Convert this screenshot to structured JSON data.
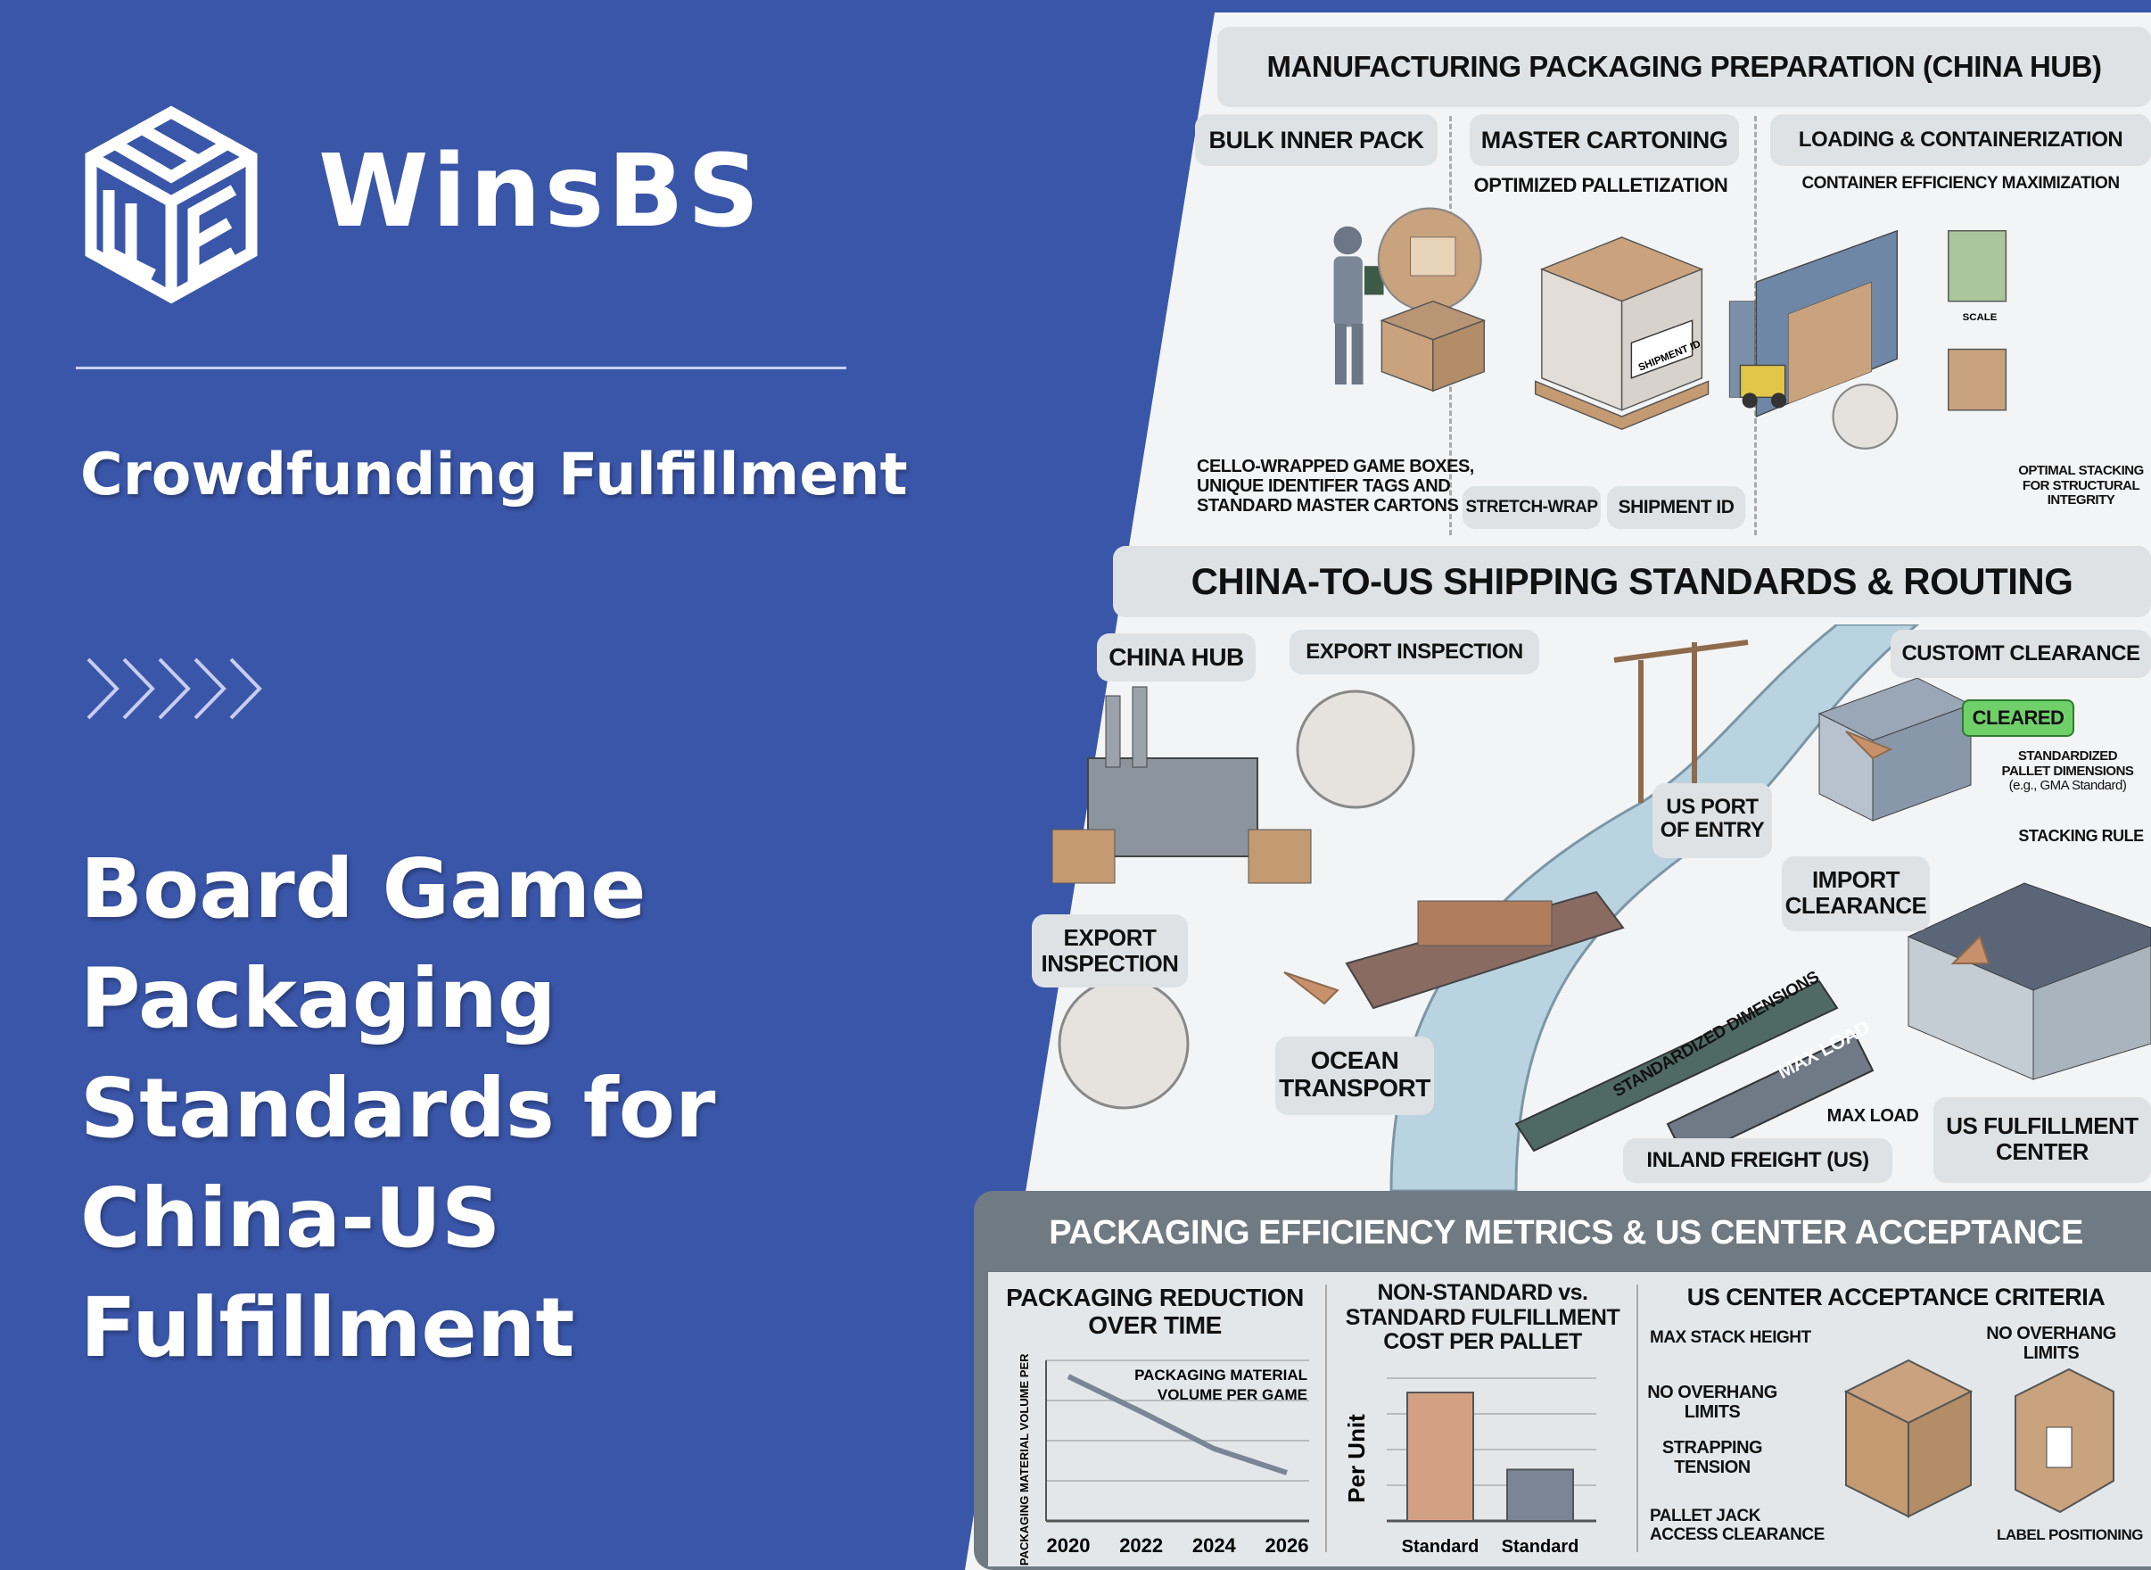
{
  "brand": {
    "name": "WinsBS",
    "logo_icon": "isometric-cube-logo"
  },
  "left": {
    "subtitle": "Crowdfunding Fulfillment",
    "chevrons_icon": "chevrons-right-icon",
    "title_lines": [
      "Board Game",
      "Packaging",
      "Standards for",
      "China-US",
      "Fulfillment"
    ]
  },
  "colors": {
    "background": "#3a56a9",
    "panel": "#f3f4f5",
    "section_header": "#dfe2e4",
    "dark_band": "#6f7a82",
    "cleared": "#6fd06a",
    "bar_nonstandard": "#d4a083",
    "bar_standard": "#7a8596",
    "water": "#b9d3e0"
  },
  "section1": {
    "title": "MANUFACTURING PACKAGING PREPARATION (CHINA HUB)",
    "columns": [
      {
        "title": "BULK INNER PACK",
        "caption": [
          "CELLO-WRAPPED GAME BOXES,",
          "UNIQUE IDENTIFER TAGS AND",
          "STANDARD MASTER CARTONS"
        ]
      },
      {
        "title": "MASTER CARTONING",
        "subtitle": "OPTIMIZED PALLETIZATION",
        "tags": [
          "STRETCH-WRAP",
          "SHIPMENT ID"
        ],
        "label_on_pallet": "SHIPMENT ID"
      },
      {
        "title": "LOADING & CONTAINERIZATION",
        "subtitle": "CONTAINER EFFICIENCY MAXIMIZATION",
        "scale_label": "SCALE",
        "caption": [
          "OPTIMAL STACKING",
          "FOR STRUCTURAL",
          "INTEGRITY"
        ]
      }
    ]
  },
  "section2": {
    "title": "CHINA-TO-US SHIPPING STANDARDS & ROUTING",
    "labels": {
      "china_hub": "CHINA HUB",
      "export_inspection_top": "EXPORT INSPECTION",
      "custom_clearance": "CUSTOMT CLEARANCE",
      "cleared": "CLEARED",
      "pallet_dims": [
        "STANDARDIZED",
        "PALLET DIMENSIONS",
        "(e.g., GMA Standard)"
      ],
      "stacking_rule": "STACKING RULE",
      "us_port": [
        "US PORT",
        "OF ENTRY"
      ],
      "import_clearance": [
        "IMPORT",
        "CLEARANCE"
      ],
      "export_inspection_left": [
        "EXPORT",
        "INSPECTION"
      ],
      "ocean_transport": [
        "OCEAN",
        "TRANSPORT"
      ],
      "standardized_dimensions": "STANDARDIZED DIMENSIONS",
      "max_load_truck": "MAX LOAD",
      "max_load": "MAX LOAD",
      "inland_freight": "INLAND FREIGHT (US)",
      "us_fulfillment": [
        "US FULFILLMENT",
        "CENTER"
      ]
    }
  },
  "section3": {
    "title": "PACKAGING EFFICIENCY METRICS & US CENTER ACCEPTANCE",
    "col1": {
      "title": [
        "PACKAGING REDUCTION",
        "OVER TIME"
      ]
    },
    "col2": {
      "title": [
        "NON-STANDARD vs.",
        "STANDARD FULFILLMENT",
        "COST PER PALLET"
      ]
    },
    "col3": {
      "title": "US CENTER ACCEPTANCE CRITERIA",
      "labels": {
        "max_stack": "MAX STACK HEIGHT",
        "no_overhang_right": [
          "NO OVERHANG",
          "LIMITS"
        ],
        "no_overhang_left": [
          "NO OVERHANG",
          "LIMITS"
        ],
        "strapping": [
          "STRAPPING",
          "TENSION"
        ],
        "pallet_jack": [
          "PALLET JACK",
          "ACCESS CLEARANCE"
        ],
        "label_positioning": "LABEL POSITIONING"
      }
    }
  },
  "chart_data": [
    {
      "type": "line",
      "title": "PACKAGING REDUCTION OVER TIME",
      "ylabel": "PACKAGING MATERIAL VOLUME PER GAME",
      "series_label": "PACKAGING MATERIAL VOLUME PER GAME",
      "categories": [
        "2020",
        "2022",
        "2024",
        "2026"
      ],
      "x": [
        2020,
        2022,
        2024,
        2026
      ],
      "values": [
        0.9,
        0.68,
        0.45,
        0.3
      ],
      "ylim": [
        0,
        1
      ],
      "grid": true
    },
    {
      "type": "bar",
      "title": "NON-STANDARD vs. STANDARD FULFILLMENT COST PER PALLET",
      "ylabel": "Per Unit",
      "categories": [
        "Standard",
        "Standard"
      ],
      "values": [
        0.9,
        0.36
      ],
      "ylim": [
        0,
        1
      ],
      "grid": true
    }
  ]
}
